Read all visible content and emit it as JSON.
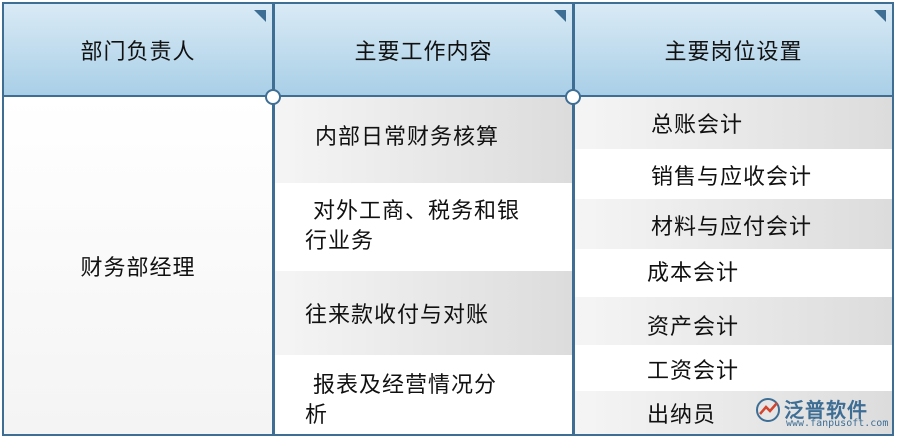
{
  "headers": [
    "部门负责人",
    "主要工作内容",
    "主要岗位设置"
  ],
  "department_head": "财务部经理",
  "work_content": [
    [
      "内部日常财务核算"
    ],
    [
      "对外工商、税务和银",
      "行业务"
    ],
    [
      "往来款收付与对账"
    ],
    [
      "报表及经营情况分",
      "析"
    ]
  ],
  "positions": [
    "总账会计",
    "销售与应收会计",
    "材料与应付会计",
    "成本会计",
    "资产会计",
    "工资会计",
    "出纳员"
  ],
  "logo": {
    "name": "泛普软件",
    "url": "www.fanpusoft.com"
  },
  "colors": {
    "border": "#3f6e95",
    "header_top": "#d9eaf5",
    "header_bottom": "#a9cfe7"
  }
}
